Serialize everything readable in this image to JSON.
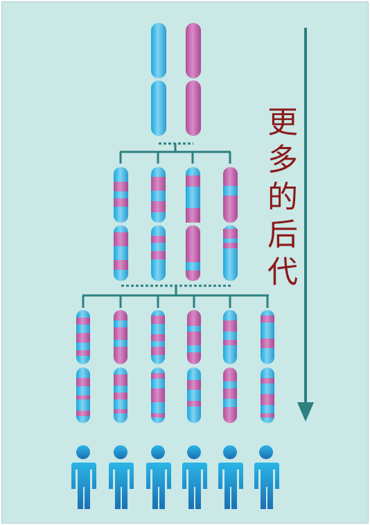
{
  "label": "更多的后代",
  "colors": {
    "background": "#c9e8e6",
    "chromosome_blue": "#29b6e8",
    "chromosome_pink": "#c060a8",
    "connector": "#2e7f7f",
    "arrow": "#2e7f7f",
    "label_text": "#8b1a1a",
    "person": "#1b9bd0"
  },
  "generations": [
    {
      "name": "parents",
      "chromosome_count": 2
    },
    {
      "name": "generation-2",
      "chromosome_count": 4
    },
    {
      "name": "generation-3",
      "chromosome_count": 6
    }
  ],
  "offspring_count": 6,
  "icons": [
    "person-icon",
    "down-arrow-icon"
  ]
}
